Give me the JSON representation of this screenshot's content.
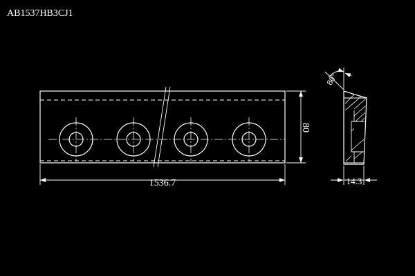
{
  "drawing": {
    "part_number": "AB1537HB3CJ1",
    "dimensions": {
      "length": "1536.7",
      "height": "80",
      "thickness": "14.3",
      "angle": "80°"
    },
    "hole_count": 4
  }
}
